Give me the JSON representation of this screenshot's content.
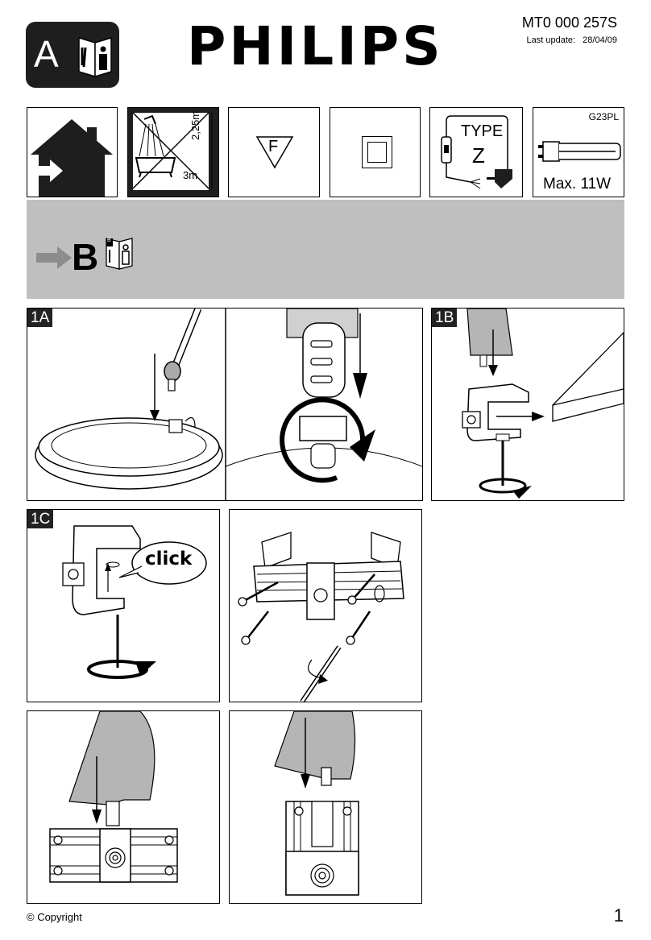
{
  "header": {
    "section_letter": "A",
    "brand": "PHILIPS",
    "doc_code": "MT0 000 257S",
    "last_update_label": "Last update:",
    "last_update_date": "28/04/09"
  },
  "spec_icons": {
    "zone_height": "2,25m",
    "zone_distance": "3m",
    "f_mark": "F",
    "type_label": "TYPE",
    "type_value": "Z",
    "lamp_code": "G23PL",
    "max_watt": "Max. 11W"
  },
  "banner": {
    "goto_letter": "B",
    "mini_letter": "B"
  },
  "steps": {
    "step_1a": "1A",
    "step_1b": "1B",
    "step_1c": "1C",
    "click_text": "click"
  },
  "footer": {
    "copyright": "© Copyright",
    "page_number": "1"
  }
}
